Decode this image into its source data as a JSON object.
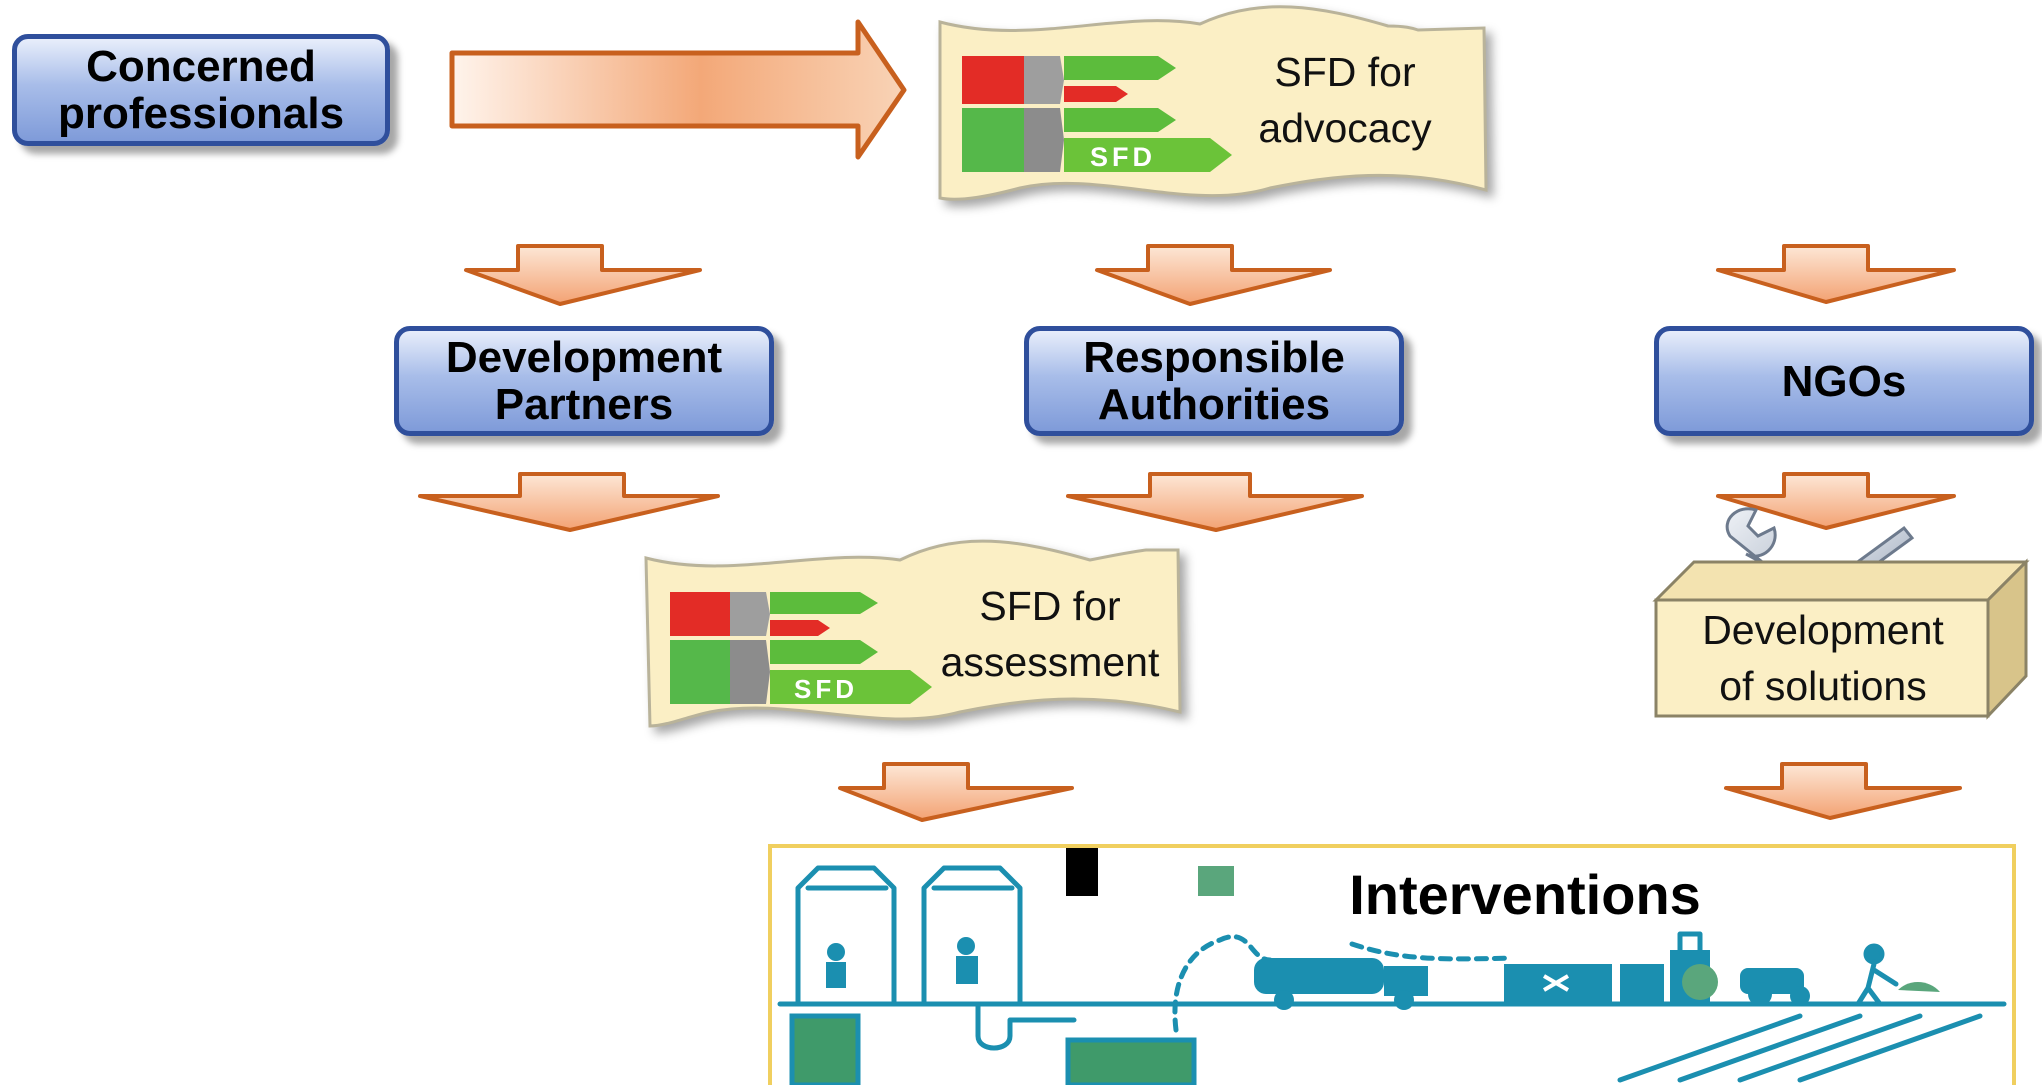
{
  "nodes": {
    "concerned": "Concerned professionals",
    "development_partners": "Development Partners",
    "responsible_authorities": "Responsible Authorities",
    "ngos": "NGOs"
  },
  "docs": {
    "advocacy": {
      "line1": "SFD for",
      "line2": "advocacy"
    },
    "assessment": {
      "line1": "SFD for",
      "line2": "assessment"
    }
  },
  "solutions": {
    "line1": "Development",
    "line2": "of solutions"
  },
  "logo_text": "SFD",
  "interventions_title": "Interventions",
  "colors": {
    "box_border": "#2f4f9c",
    "arrow_border": "#c8601e",
    "arrow_fill": "#f6b98f",
    "scroll_fill": "#fbefc5",
    "interventions_border": "#f0cf5f",
    "sanitation_blue": "#1b8fb0",
    "sanitation_green": "#3f9a6a"
  }
}
